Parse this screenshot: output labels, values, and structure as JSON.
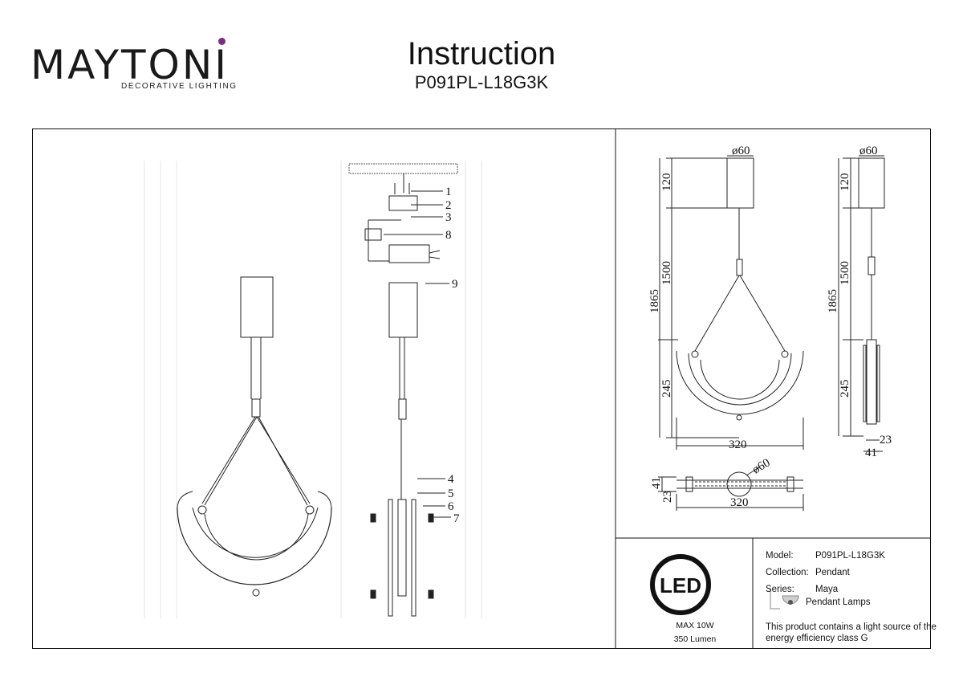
{
  "header": {
    "brand": "MAYTONI",
    "brand_sub": "DECORATIVE LIGHTING",
    "title": "Instruction",
    "model_code": "P091PL-L18G3K",
    "brand_accent": "#7b2d80"
  },
  "exploded_view": {
    "part_numbers": [
      "1",
      "2",
      "3",
      "8",
      "9",
      "4",
      "5",
      "6",
      "7"
    ]
  },
  "front_view": {
    "canopy_diameter": "ø60",
    "dim_canopy": "120",
    "dim_cable": "1500",
    "dim_total": "1865",
    "dim_ring": "245",
    "dim_width": "320"
  },
  "side_view": {
    "canopy_diameter": "ø60",
    "dim_canopy": "120",
    "dim_cable": "1500",
    "dim_total": "1865",
    "dim_ring": "245",
    "dim_depth_inner": "23",
    "dim_depth_outer": "41"
  },
  "top_view": {
    "canopy_diameter": "ø60",
    "dim_41": "41",
    "dim_23": "23",
    "dim_width": "320"
  },
  "led": {
    "badge": "LED",
    "max_power": "MAX 10W",
    "lumen": "350 Lumen"
  },
  "info": {
    "model_label": "Model:",
    "model_value": "P091PL-L18G3K",
    "collection_label": "Collection:",
    "collection_value": "Pendant",
    "series_label": "Series:",
    "series_value": "Maya",
    "type_value": "Pendant Lamps",
    "energy_note_line1": "This product contains a light source of the",
    "energy_note_line2": "energy efficiency class G"
  }
}
